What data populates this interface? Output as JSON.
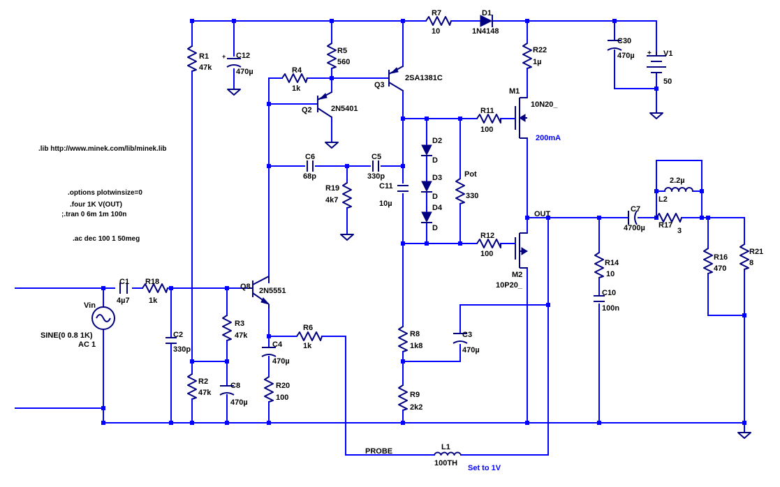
{
  "components": {
    "r1": {
      "name": "R1",
      "value": "47k"
    },
    "r2": {
      "name": "R2",
      "value": "47k"
    },
    "r3": {
      "name": "R3",
      "value": "47k"
    },
    "r4": {
      "name": "R4",
      "value": "1k"
    },
    "r5": {
      "name": "R5",
      "value": "560"
    },
    "r6": {
      "name": "R6",
      "value": "1k"
    },
    "r7": {
      "name": "R7",
      "value": "10"
    },
    "r8": {
      "name": "R8",
      "value": "1k8"
    },
    "r9": {
      "name": "R9",
      "value": "2k2"
    },
    "r11": {
      "name": "R11",
      "value": "100"
    },
    "r12": {
      "name": "R12",
      "value": "100"
    },
    "r14": {
      "name": "R14",
      "value": "10"
    },
    "r16": {
      "name": "R16",
      "value": "470"
    },
    "r17": {
      "name": "R17",
      "value": "3"
    },
    "r18": {
      "name": "R18",
      "value": "1k"
    },
    "r19": {
      "name": "R19",
      "value": "4k7"
    },
    "r20": {
      "name": "R20",
      "value": "100"
    },
    "r21": {
      "name": "R21",
      "value": "8"
    },
    "r22": {
      "name": "R22",
      "value": "1µ"
    },
    "pot": {
      "name": "Pot",
      "value": "330"
    },
    "c1": {
      "name": "C1",
      "value": "4µ7"
    },
    "c2": {
      "name": "C2",
      "value": "330p"
    },
    "c3": {
      "name": "C3",
      "value": "470µ"
    },
    "c4": {
      "name": "C4",
      "value": "470µ"
    },
    "c5": {
      "name": "C5",
      "value": "330p"
    },
    "c6": {
      "name": "C6",
      "value": "68p"
    },
    "c7": {
      "name": "C7",
      "value": "4700µ"
    },
    "c8": {
      "name": "C8",
      "value": "470µ"
    },
    "c10": {
      "name": "C10",
      "value": "100n"
    },
    "c11": {
      "name": "C11",
      "value": "10µ"
    },
    "c12": {
      "name": "C12",
      "value": "470µ"
    },
    "c30": {
      "name": "C30",
      "value": "470µ"
    },
    "d1": {
      "name": "D1",
      "value": "1N4148"
    },
    "d2": {
      "name": "D2",
      "value": "D"
    },
    "d3": {
      "name": "D3",
      "value": "D"
    },
    "d4": {
      "name": "D4",
      "value": "D"
    },
    "q2": {
      "name": "Q2",
      "value": "2N5401"
    },
    "q3": {
      "name": "Q3",
      "value": "2SA1381C"
    },
    "q8": {
      "name": "Q8",
      "value": "2N5551"
    },
    "m1": {
      "name": "M1",
      "value": "10N20_"
    },
    "m2": {
      "name": "M2",
      "value": "10P20_"
    },
    "l1": {
      "name": "L1",
      "value": "100TH"
    },
    "l2": {
      "name": "L2",
      "value": "2.2µ"
    },
    "v1": {
      "name": "V1",
      "value": "50"
    },
    "vin": {
      "name": "Vin",
      "value": "SINE(0 0.8 1K)",
      "ac": "AC 1"
    }
  },
  "labels": {
    "out": "OUT",
    "probe": "PROBE",
    "current": "200mA",
    "set_note": "Set to 1V"
  },
  "directives": {
    "lib": ".lib http://www.minek.com/lib/minek.lib",
    "options": ".options plotwinsize=0",
    "four": ".four 1K V(OUT)",
    "tran": ";.tran 0 6m 1m 100n",
    "ac": ".ac dec 100 1 50meg"
  },
  "colors": {
    "wire": "#0000ff",
    "component": "#000080",
    "text": "#000000",
    "note": "#0000ff"
  }
}
